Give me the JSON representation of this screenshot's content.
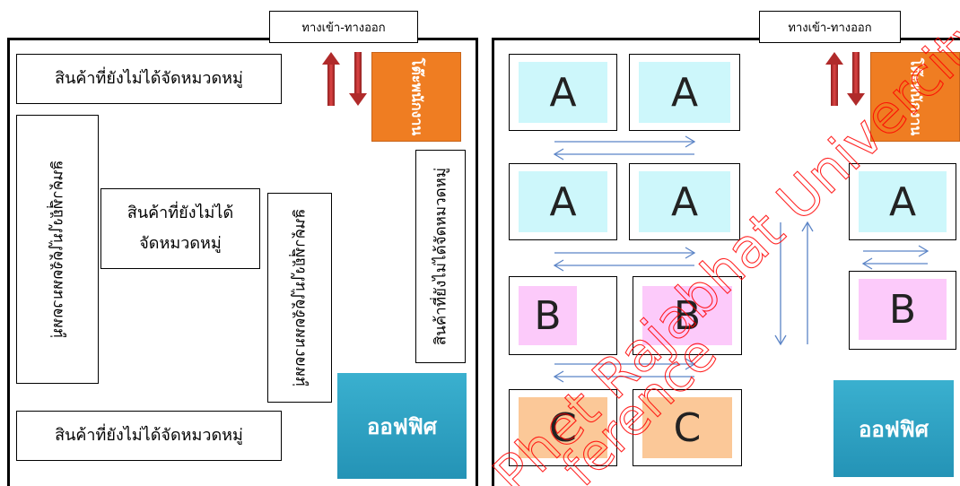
{
  "entrance_label": "ทางเข้า-ทางออก",
  "staff_desk_label": "โต๊ะพนักงาน",
  "office_label": "ออฟฟิศ",
  "uncategorized_label": "สินค้าที่ยังไม่ได้จัดหมวดหมู่",
  "uncategorized_line1": "สินค้าที่ยังไม่ได้",
  "uncategorized_line2": "จัดหมวดหมู่",
  "zone_labels": {
    "a": "A",
    "b": "B",
    "c": "C"
  },
  "watermark_line1": "Phet Rajabhat Univercity",
  "watermark_line2": "ference",
  "colors": {
    "staff_desk": "#ef7d22",
    "office": "#2ea3c4",
    "zone_a": "#cdf7fb",
    "zone_b": "#fccafa",
    "zone_c": "#fbc898",
    "arrow_red": "#b02a2a",
    "flow_arrow": "#5b84c6",
    "watermark": "#ff0000"
  }
}
